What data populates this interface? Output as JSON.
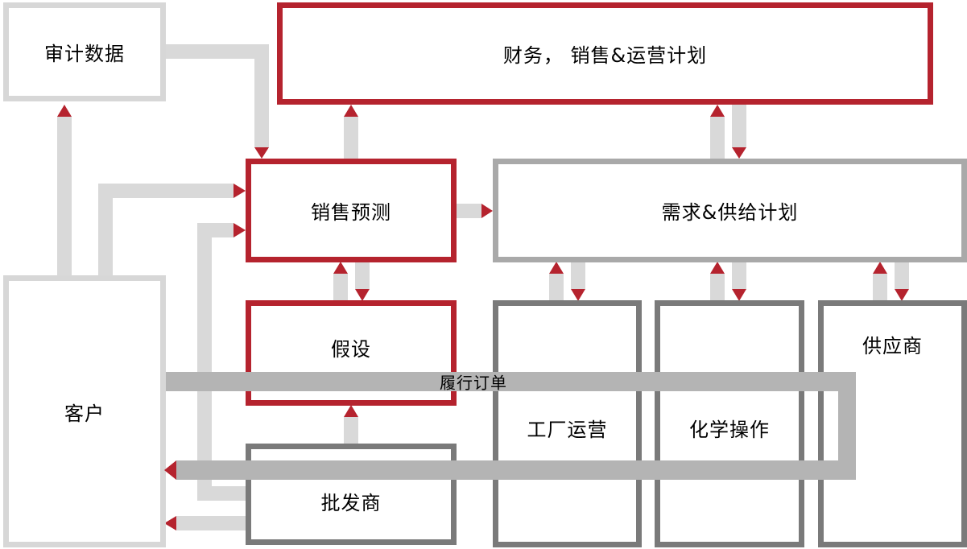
{
  "diagram": {
    "nodes": {
      "audit": "审计数据",
      "plan": "财务， 销售&运营计划",
      "forecast": "销售预测",
      "demand": "需求&供给计划",
      "assume": "假设",
      "customer": "客户",
      "wholesaler": "批发商",
      "factory": "工厂运营",
      "chemical": "化学操作",
      "supplier": "供应商"
    },
    "edge_labels": {
      "fulfill": "履行订单"
    },
    "colors": {
      "red": "#b5232e",
      "light_gray": "#d7d7d7",
      "medium_gray": "#a9a9a9",
      "dark_gray": "#7a7a7a",
      "arrow": "#d9d9d9",
      "flow_band": "#b4b4b4"
    }
  }
}
